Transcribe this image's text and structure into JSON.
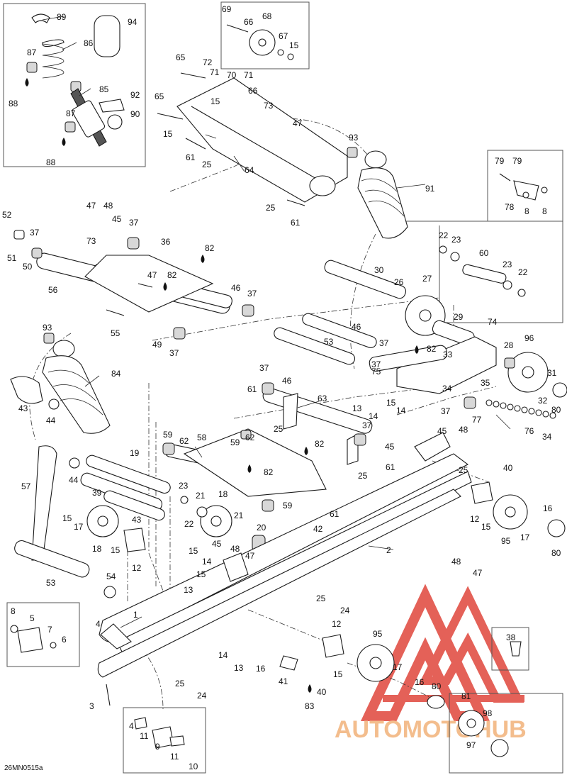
{
  "diagram": {
    "code": "26MN0515a",
    "watermark_text": "AUTOMOTOHUB",
    "colors": {
      "line": "#1a1a1a",
      "watermark_red": "#e0463c",
      "watermark_orange": "#f2b27a"
    },
    "callouts": [
      {
        "id": "c89",
        "text": "89"
      },
      {
        "id": "c94",
        "text": "94"
      },
      {
        "id": "c87a",
        "text": "87"
      },
      {
        "id": "c86",
        "text": "86"
      },
      {
        "id": "c88a",
        "text": "88"
      },
      {
        "id": "c85",
        "text": "85"
      },
      {
        "id": "c92",
        "text": "92"
      },
      {
        "id": "c87b",
        "text": "87"
      },
      {
        "id": "c90",
        "text": "90"
      },
      {
        "id": "c88b",
        "text": "88"
      },
      {
        "id": "c69",
        "text": "69"
      },
      {
        "id": "c66a",
        "text": "66"
      },
      {
        "id": "c68",
        "text": "68"
      },
      {
        "id": "c67",
        "text": "67"
      },
      {
        "id": "c15a",
        "text": "15"
      },
      {
        "id": "c65a",
        "text": "65"
      },
      {
        "id": "c72",
        "text": "72"
      },
      {
        "id": "c71a",
        "text": "71"
      },
      {
        "id": "c70",
        "text": "70"
      },
      {
        "id": "c71b",
        "text": "71"
      },
      {
        "id": "c15b",
        "text": "15"
      },
      {
        "id": "c66b",
        "text": "66"
      },
      {
        "id": "c65b",
        "text": "65"
      },
      {
        "id": "c73a",
        "text": "73"
      },
      {
        "id": "c47a",
        "text": "47"
      },
      {
        "id": "c15c",
        "text": "15"
      },
      {
        "id": "c61a",
        "text": "61"
      },
      {
        "id": "c25a",
        "text": "25"
      },
      {
        "id": "c64",
        "text": "64"
      },
      {
        "id": "c93a",
        "text": "93"
      },
      {
        "id": "c25b",
        "text": "25"
      },
      {
        "id": "c61b",
        "text": "61"
      },
      {
        "id": "c91",
        "text": "91"
      },
      {
        "id": "c79a",
        "text": "79"
      },
      {
        "id": "c79b",
        "text": "79"
      },
      {
        "id": "c78",
        "text": "78"
      },
      {
        "id": "c8a",
        "text": "8"
      },
      {
        "id": "c8b",
        "text": "8"
      },
      {
        "id": "c52",
        "text": "52"
      },
      {
        "id": "c47b",
        "text": "47"
      },
      {
        "id": "c48a",
        "text": "48"
      },
      {
        "id": "c45a",
        "text": "45"
      },
      {
        "id": "c37a",
        "text": "37"
      },
      {
        "id": "c37b",
        "text": "37"
      },
      {
        "id": "c51",
        "text": "51"
      },
      {
        "id": "c50",
        "text": "50"
      },
      {
        "id": "c73b",
        "text": "73"
      },
      {
        "id": "c36",
        "text": "36"
      },
      {
        "id": "c82a",
        "text": "82"
      },
      {
        "id": "c47c",
        "text": "47"
      },
      {
        "id": "c82b",
        "text": "82"
      },
      {
        "id": "c56",
        "text": "56"
      },
      {
        "id": "c46a",
        "text": "46"
      },
      {
        "id": "c37c",
        "text": "37"
      },
      {
        "id": "c55",
        "text": "55"
      },
      {
        "id": "c49",
        "text": "49"
      },
      {
        "id": "c37d",
        "text": "37"
      },
      {
        "id": "c22a",
        "text": "22"
      },
      {
        "id": "c23a",
        "text": "23"
      },
      {
        "id": "c60",
        "text": "60"
      },
      {
        "id": "c23b",
        "text": "23"
      },
      {
        "id": "c22b",
        "text": "22"
      },
      {
        "id": "c30",
        "text": "30"
      },
      {
        "id": "c26",
        "text": "26"
      },
      {
        "id": "c27",
        "text": "27"
      },
      {
        "id": "c29",
        "text": "29"
      },
      {
        "id": "c74",
        "text": "74"
      },
      {
        "id": "c96",
        "text": "96"
      },
      {
        "id": "c46b",
        "text": "46"
      },
      {
        "id": "c37e",
        "text": "37"
      },
      {
        "id": "c82c",
        "text": "82"
      },
      {
        "id": "c33",
        "text": "33"
      },
      {
        "id": "c28",
        "text": "28"
      },
      {
        "id": "c53a",
        "text": "53"
      },
      {
        "id": "c37f",
        "text": "37"
      },
      {
        "id": "c75",
        "text": "75"
      },
      {
        "id": "c35",
        "text": "35"
      },
      {
        "id": "c31",
        "text": "31"
      },
      {
        "id": "c34a",
        "text": "34"
      },
      {
        "id": "c32",
        "text": "32"
      },
      {
        "id": "c80a",
        "text": "80"
      },
      {
        "id": "c37g",
        "text": "37"
      },
      {
        "id": "c77",
        "text": "77"
      },
      {
        "id": "c76",
        "text": "76"
      },
      {
        "id": "c34b",
        "text": "34"
      },
      {
        "id": "c93b",
        "text": "93"
      },
      {
        "id": "c84",
        "text": "84"
      },
      {
        "id": "c43a",
        "text": "43"
      },
      {
        "id": "c44a",
        "text": "44"
      },
      {
        "id": "c37h",
        "text": "37"
      },
      {
        "id": "c46c",
        "text": "46"
      },
      {
        "id": "c61c",
        "text": "61"
      },
      {
        "id": "c63",
        "text": "63"
      },
      {
        "id": "c13a",
        "text": "13"
      },
      {
        "id": "c15d",
        "text": "15"
      },
      {
        "id": "c14a",
        "text": "14"
      },
      {
        "id": "c25c",
        "text": "25"
      },
      {
        "id": "c14b",
        "text": "14"
      },
      {
        "id": "c62a",
        "text": "62"
      },
      {
        "id": "c59a",
        "text": "59"
      },
      {
        "id": "c62b",
        "text": "62"
      },
      {
        "id": "c58",
        "text": "58"
      },
      {
        "id": "c59b",
        "text": "59"
      },
      {
        "id": "c82d",
        "text": "82"
      },
      {
        "id": "c37i",
        "text": "37"
      },
      {
        "id": "c45b",
        "text": "45"
      },
      {
        "id": "c82e",
        "text": "82"
      },
      {
        "id": "c25d",
        "text": "25"
      },
      {
        "id": "c61d",
        "text": "61"
      },
      {
        "id": "c45c",
        "text": "45"
      },
      {
        "id": "c48b",
        "text": "48"
      },
      {
        "id": "c25e",
        "text": "25"
      },
      {
        "id": "c40a",
        "text": "40"
      },
      {
        "id": "c57",
        "text": "57"
      },
      {
        "id": "c44b",
        "text": "44"
      },
      {
        "id": "c19",
        "text": "19"
      },
      {
        "id": "c39",
        "text": "39"
      },
      {
        "id": "c23c",
        "text": "23"
      },
      {
        "id": "c21a",
        "text": "21"
      },
      {
        "id": "c18a",
        "text": "18"
      },
      {
        "id": "c59c",
        "text": "59"
      },
      {
        "id": "c61e",
        "text": "61"
      },
      {
        "id": "c15e",
        "text": "15"
      },
      {
        "id": "c17a",
        "text": "17"
      },
      {
        "id": "c43b",
        "text": "43"
      },
      {
        "id": "c22c",
        "text": "22"
      },
      {
        "id": "c21b",
        "text": "21"
      },
      {
        "id": "c42",
        "text": "42"
      },
      {
        "id": "c12a",
        "text": "12"
      },
      {
        "id": "c15f",
        "text": "15"
      },
      {
        "id": "c16a",
        "text": "16"
      },
      {
        "id": "c18b",
        "text": "18"
      },
      {
        "id": "c15g",
        "text": "15"
      },
      {
        "id": "c20",
        "text": "20"
      },
      {
        "id": "c45d",
        "text": "45"
      },
      {
        "id": "c12b",
        "text": "12"
      },
      {
        "id": "c15h",
        "text": "15"
      },
      {
        "id": "c17b",
        "text": "17"
      },
      {
        "id": "c95a",
        "text": "95"
      },
      {
        "id": "c80b",
        "text": "80"
      },
      {
        "id": "c2",
        "text": "2"
      },
      {
        "id": "c48c",
        "text": "48"
      },
      {
        "id": "c47d",
        "text": "47"
      },
      {
        "id": "c15i",
        "text": "15"
      },
      {
        "id": "c14c",
        "text": "14"
      },
      {
        "id": "c48d",
        "text": "48"
      },
      {
        "id": "c47e",
        "text": "47"
      },
      {
        "id": "c53b",
        "text": "53"
      },
      {
        "id": "c54",
        "text": "54"
      },
      {
        "id": "c13b",
        "text": "13"
      },
      {
        "id": "c25f",
        "text": "25"
      },
      {
        "id": "c24a",
        "text": "24"
      },
      {
        "id": "c8c",
        "text": "8"
      },
      {
        "id": "c5",
        "text": "5"
      },
      {
        "id": "c7",
        "text": "7"
      },
      {
        "id": "c6",
        "text": "6"
      },
      {
        "id": "c4a",
        "text": "4"
      },
      {
        "id": "c1",
        "text": "1"
      },
      {
        "id": "c12c",
        "text": "12"
      },
      {
        "id": "c38",
        "text": "38"
      },
      {
        "id": "c14d",
        "text": "14"
      },
      {
        "id": "c13c",
        "text": "13"
      },
      {
        "id": "c16b",
        "text": "16"
      },
      {
        "id": "c95b",
        "text": "95"
      },
      {
        "id": "c15j",
        "text": "15"
      },
      {
        "id": "c17c",
        "text": "17"
      },
      {
        "id": "c16c",
        "text": "16"
      },
      {
        "id": "c41",
        "text": "41"
      },
      {
        "id": "c25g",
        "text": "25"
      },
      {
        "id": "c24b",
        "text": "24"
      },
      {
        "id": "c40b",
        "text": "40"
      },
      {
        "id": "c80c",
        "text": "80"
      },
      {
        "id": "c83",
        "text": "83"
      },
      {
        "id": "c81",
        "text": "81"
      },
      {
        "id": "c3",
        "text": "3"
      },
      {
        "id": "c98",
        "text": "98"
      },
      {
        "id": "c97",
        "text": "97"
      },
      {
        "id": "c4b",
        "text": "4"
      },
      {
        "id": "c11a",
        "text": "11"
      },
      {
        "id": "c9",
        "text": "9"
      },
      {
        "id": "c11b",
        "text": "11"
      },
      {
        "id": "c10",
        "text": "10"
      }
    ]
  }
}
